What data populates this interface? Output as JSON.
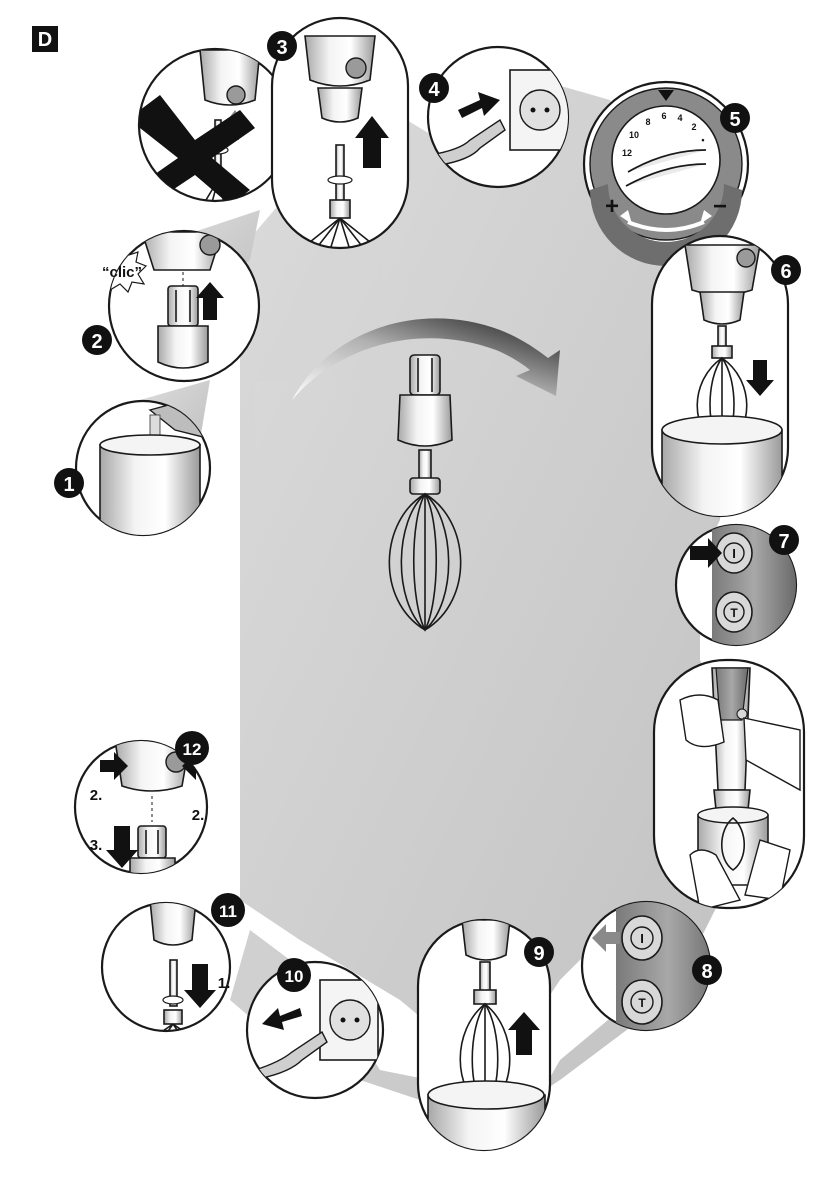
{
  "section_label": "D",
  "steps": [
    {
      "number": "1",
      "action": "pour"
    },
    {
      "number": "2",
      "action": "attach-whisk",
      "sound_label": "“clic”"
    },
    {
      "number": "3",
      "action": "insert-shaft"
    },
    {
      "number": "4",
      "action": "plug-in"
    },
    {
      "number": "5",
      "action": "set-speed"
    },
    {
      "number": "6",
      "action": "lower-into-bowl"
    },
    {
      "number": "7",
      "action": "press-on-button"
    },
    {
      "number": "8",
      "action": "release-button"
    },
    {
      "number": "9",
      "action": "lift-out"
    },
    {
      "number": "10",
      "action": "unplug"
    },
    {
      "number": "11",
      "action": "remove-whisk",
      "arrow_label": "1."
    },
    {
      "number": "12",
      "action": "detach-gearbox",
      "press_label_left": "2.",
      "press_label_right": "2.",
      "pull_label": "3."
    }
  ],
  "speed_dial": {
    "scale": [
      "12",
      "10",
      "8",
      "6",
      "4",
      "2",
      "•"
    ],
    "minus_symbol": "−",
    "plus_symbol": "+"
  },
  "buttons": {
    "on_symbol": "I",
    "turbo_symbol": "T"
  },
  "colors": {
    "step_badge": "#111111",
    "arrow": "#111111",
    "wrong_arrow": "#8a8a8a",
    "dial_ring": "#8a8a8a",
    "dial_ring_dark": "#6e6e6e",
    "grip": "#9a9a9a",
    "path_shadow": "#c8c8c8",
    "metal_light": "#f2f2f2",
    "metal_dark": "#9e9e9e"
  },
  "icons": [
    "cross-icon",
    "up-arrow-icon",
    "down-arrow-icon",
    "right-arrow-icon",
    "left-arrow-icon",
    "socket-icon",
    "plug-icon",
    "curved-arrow-icon"
  ]
}
